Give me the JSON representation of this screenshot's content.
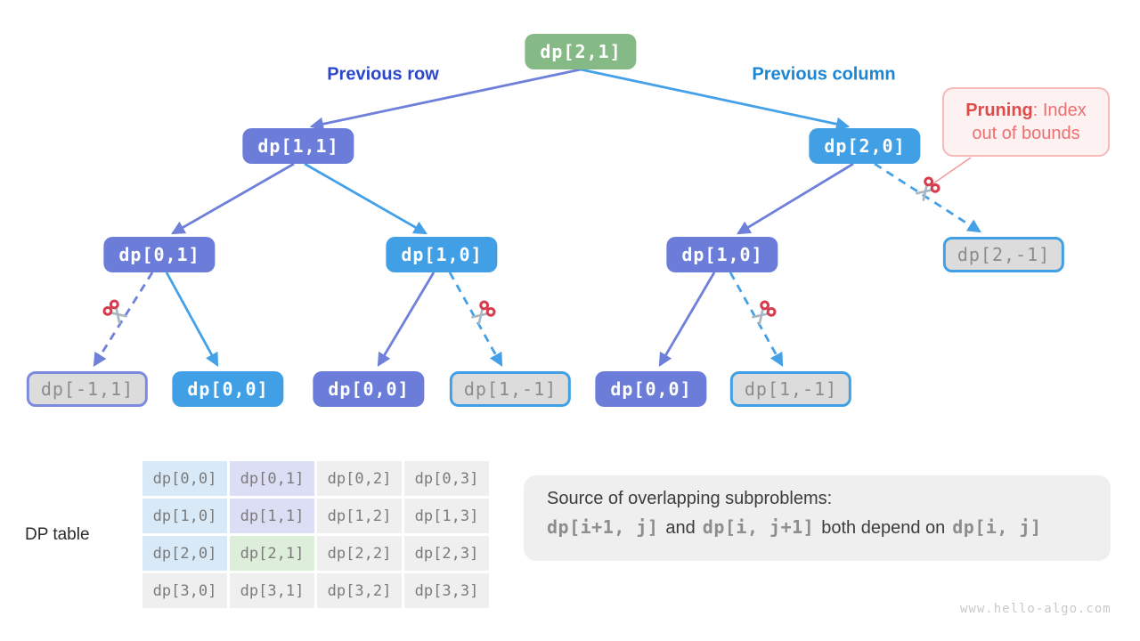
{
  "tree": {
    "edge_labels": {
      "previous_row": "Previous row",
      "previous_column": "Previous column"
    },
    "nodes": [
      {
        "id": "root",
        "label": "dp[2,1]",
        "variant": "green"
      },
      {
        "id": "n11",
        "label": "dp[1,1]",
        "variant": "purple"
      },
      {
        "id": "n20",
        "label": "dp[2,0]",
        "variant": "blue"
      },
      {
        "id": "n01",
        "label": "dp[0,1]",
        "variant": "purple"
      },
      {
        "id": "n10b",
        "label": "dp[1,0]",
        "variant": "blue"
      },
      {
        "id": "n10p",
        "label": "dp[1,0]",
        "variant": "purple"
      },
      {
        "id": "n2m1",
        "label": "dp[2,-1]",
        "variant": "pruned-blue"
      },
      {
        "id": "nm11",
        "label": "dp[-1,1]",
        "variant": "pruned-purple"
      },
      {
        "id": "n00a",
        "label": "dp[0,0]",
        "variant": "blue"
      },
      {
        "id": "n00b",
        "label": "dp[0,0]",
        "variant": "purple"
      },
      {
        "id": "n1m1a",
        "label": "dp[1,-1]",
        "variant": "pruned-blue"
      },
      {
        "id": "n00c",
        "label": "dp[0,0]",
        "variant": "purple"
      },
      {
        "id": "n1m1b",
        "label": "dp[1,-1]",
        "variant": "pruned-blue"
      }
    ]
  },
  "callout": {
    "title": "Pruning",
    "text": ": Index out of bounds"
  },
  "icons": {
    "scissors": "scissors-icon (red handles, gray blades, cuts pruned edges)"
  },
  "dp_table": {
    "label": "DP table",
    "cells": [
      [
        "dp[0,0]",
        "dp[0,1]",
        "dp[0,2]",
        "dp[0,3]"
      ],
      [
        "dp[1,0]",
        "dp[1,1]",
        "dp[1,2]",
        "dp[1,3]"
      ],
      [
        "dp[2,0]",
        "dp[2,1]",
        "dp[2,2]",
        "dp[2,3]"
      ],
      [
        "dp[3,0]",
        "dp[3,1]",
        "dp[3,2]",
        "dp[3,3]"
      ]
    ]
  },
  "info": {
    "line1": "Source of overlapping subproblems:",
    "code1": "dp[i+1, j]",
    "sep1": "and",
    "code2": "dp[i, j+1]",
    "sep2": "both depend on",
    "code3": "dp[i, j]"
  },
  "watermark": "www.hello-algo.com",
  "colors": {
    "root_green": "#85b985",
    "prev_row_purple": "#6b7dd8",
    "prev_col_blue": "#41a0e5",
    "prev_row_label": "#2c46c9",
    "prev_col_label": "#1b86d3",
    "pruned_gray": "#dcdcdc",
    "pruning_red": "#e24a4a",
    "table_blue": "#d8eaf8",
    "table_purple": "#dcdef6",
    "table_green": "#ddeeda",
    "table_gray": "#efefef"
  }
}
